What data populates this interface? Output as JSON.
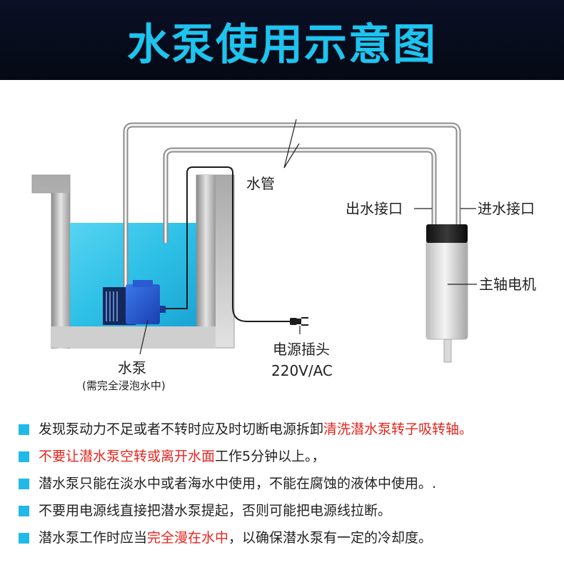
{
  "title": "水泵使用示意图",
  "labels": {
    "pipe": "水管",
    "outlet": "出水接口",
    "inlet": "进水接口",
    "motor": "主轴电机",
    "plug": "电源插头",
    "voltage": "220V/AC",
    "pump": "水泵",
    "pump_note": "(需完全浸泡水中)"
  },
  "notes": [
    {
      "before": "发现泵动力不足或者不转时应及时切断电源拆卸",
      "highlight": "清洗潜水泵转子吸转轴。",
      "after": ""
    },
    {
      "before": "",
      "highlight": "不要让潜水泵空转或离开水面",
      "after": "工作5分钟以上。，"
    },
    {
      "before": "潜水泵只能在淡水中或者海水中使用，不能在腐蚀的液体中使用。.",
      "highlight": "",
      "after": ""
    },
    {
      "before": "不要用电源线直接把潜水泵提起，否则可能把电源线拉断。",
      "highlight": "",
      "after": ""
    },
    {
      "before": "潜水泵工作时应当",
      "highlight": "完全漫在水中",
      "after": "，以确保潜水泵有一定的冷却度。"
    }
  ],
  "colors": {
    "title": "#1ec3ee",
    "water": "#2ec0e6",
    "highlight": "#e8231d",
    "bullet": "#21b9e8",
    "pump": "#2460d8"
  }
}
